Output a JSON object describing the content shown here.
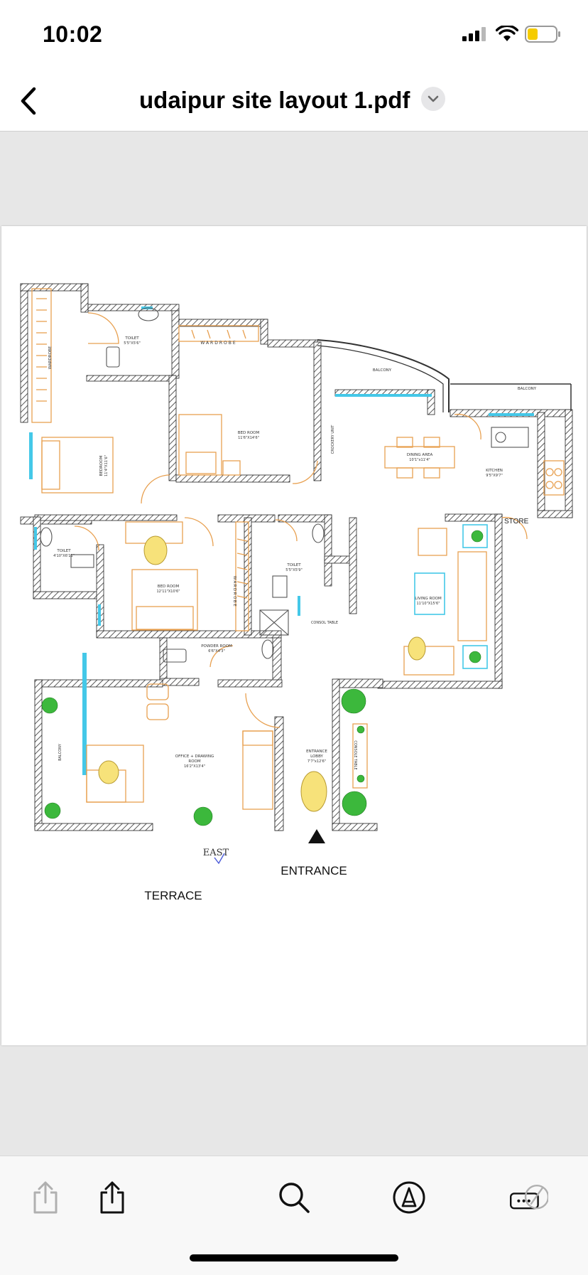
{
  "status_bar": {
    "time": "10:02"
  },
  "nav": {
    "title": "udaipur site layout 1.pdf",
    "back_icon": "chevron-left-icon",
    "menu_icon": "chevron-down-icon"
  },
  "plan": {
    "rooms": {
      "toilet_top": {
        "name": "TOILET",
        "size": "5'5\"X5'6\""
      },
      "wardrobe_top": "WARDROBE",
      "bedroom_top": {
        "name": "BED ROOM",
        "size": "11'6\"X14'6\""
      },
      "balcony_top": "BALCONY",
      "balcony_right": "BALCONY",
      "crockery": "CROCKERY UNIT",
      "dining": {
        "name": "DINING AREA",
        "size": "10'1\"x11'4\""
      },
      "kitchen": {
        "name": "KITCHEN",
        "size": "9'5\"X9'7\""
      },
      "store": "STORE",
      "wardrobe_left": "WARDROBE",
      "bedroom_left": {
        "name": "BEDROOM",
        "size": "11'4\"X11'6\""
      },
      "toilet_left": {
        "name": "TOILET",
        "size": "4'10\"X6'11\""
      },
      "bedroom_mid": {
        "name": "BED ROOM",
        "size": "12'11\"X10'6\""
      },
      "wardrobe_mid": "WARDROBE",
      "toilet_mid": {
        "name": "TOILET",
        "size": "5'5\"X5'9\""
      },
      "console_mid": "CONSOL TABLE",
      "living": {
        "name": "LIVING ROOM",
        "size": "11'10\"X15'6\""
      },
      "powder": {
        "name": "POWDER ROOM",
        "size": "6'6\"X4'3\""
      },
      "office": {
        "name": "OFFICE + DRAWING",
        "line2": "ROOM",
        "size": "16'2\"X13'4\""
      },
      "balcony_left": "BALCONY",
      "lobby": {
        "name": "ENTRANCE",
        "line2": "LOBBY",
        "size": "7'7\"x12'6\""
      },
      "console_lobby": "CONSOLE TABLE"
    },
    "labels": {
      "east": "EAST",
      "entrance": "ENTRANCE",
      "terrace": "TERRACE"
    }
  },
  "toolbar": {
    "items": [
      "share-disabled-icon",
      "share-icon",
      "search-icon",
      "markup-icon",
      "signature-icon"
    ]
  },
  "colors": {
    "furniture": "#e8a050",
    "wall": "#333333",
    "glass": "#44c8e8",
    "plant": "#3cb83c",
    "viewer_bg": "#e7e7e7"
  }
}
